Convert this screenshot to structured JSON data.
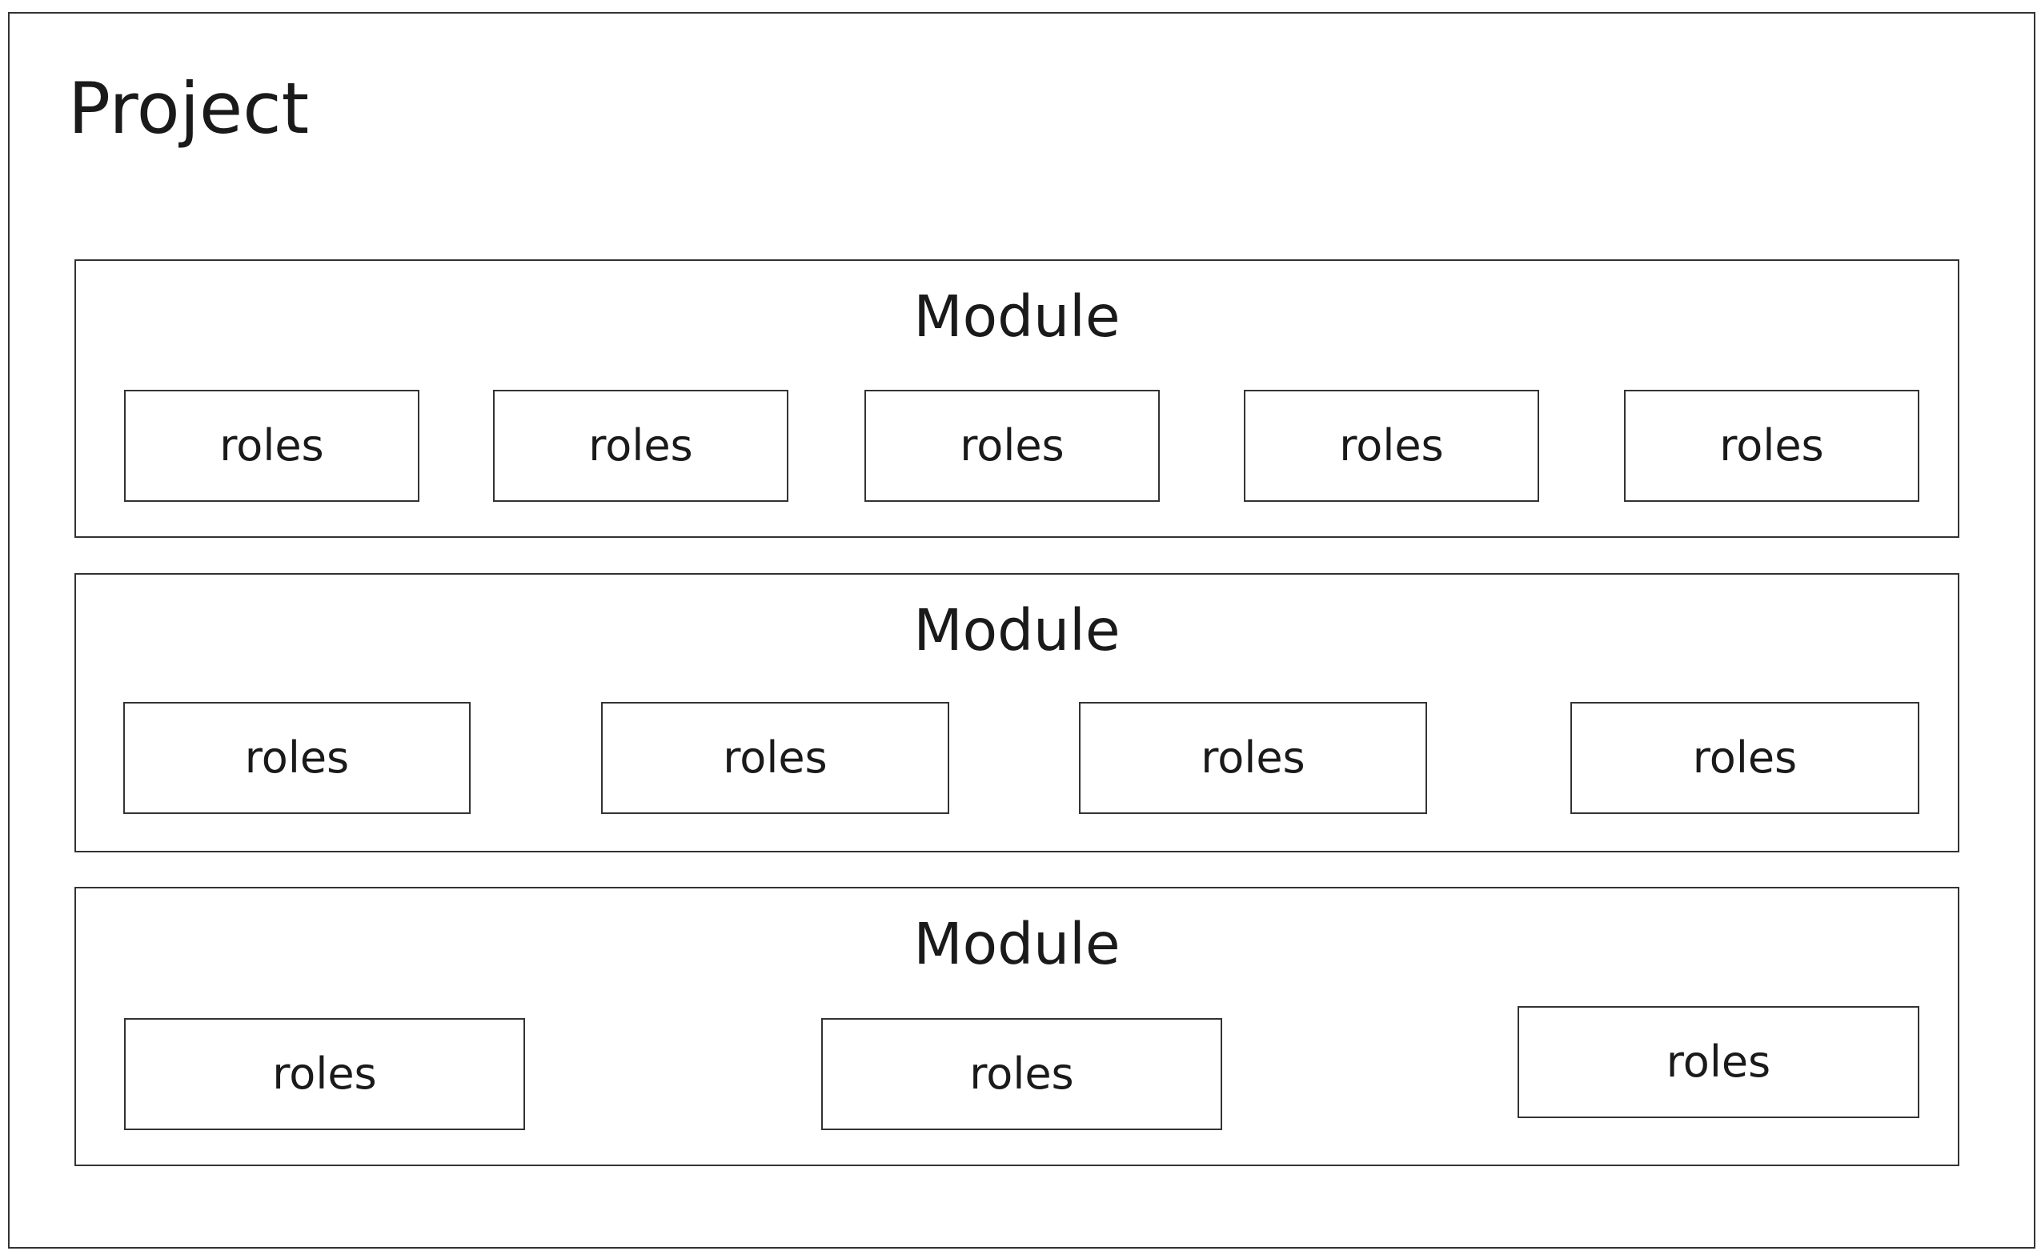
{
  "project": {
    "title": "Project"
  },
  "modules": [
    {
      "title": "Module",
      "roles": [
        "roles",
        "roles",
        "roles",
        "roles",
        "roles"
      ]
    },
    {
      "title": "Module",
      "roles": [
        "roles",
        "roles",
        "roles",
        "roles"
      ]
    },
    {
      "title": "Module",
      "roles": [
        "roles",
        "roles",
        "roles"
      ]
    }
  ],
  "colors": {
    "border": "#333333",
    "text": "#1a1a1a",
    "background": "#ffffff"
  }
}
